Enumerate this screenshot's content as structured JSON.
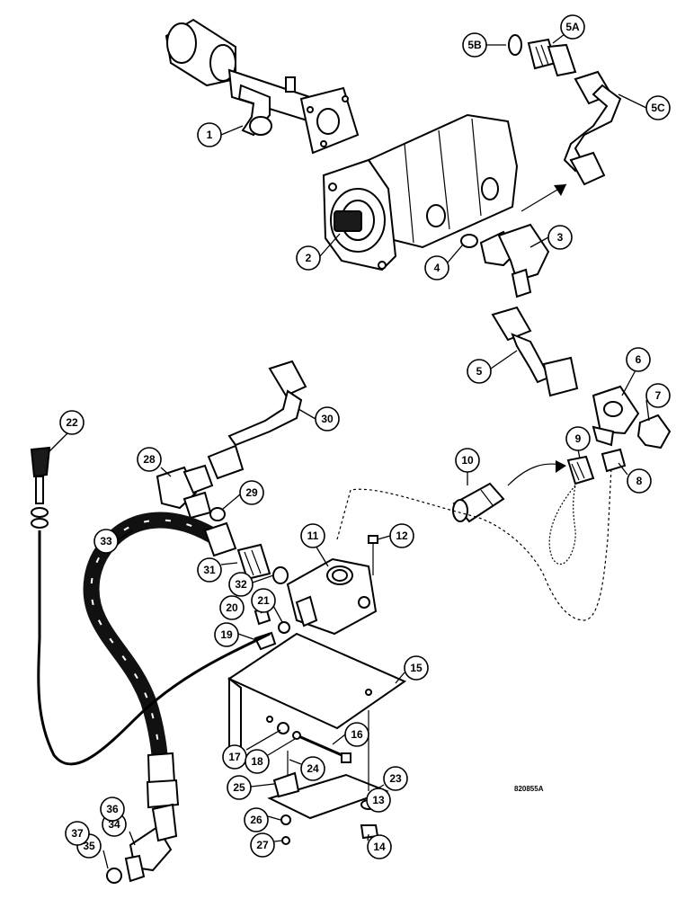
{
  "diagram": {
    "reference_code": "820855A",
    "callouts": [
      {
        "id": "c1",
        "label": "1"
      },
      {
        "id": "c2",
        "label": "2"
      },
      {
        "id": "c3",
        "label": "3"
      },
      {
        "id": "c4",
        "label": "4"
      },
      {
        "id": "c5a",
        "label": "5A"
      },
      {
        "id": "c5b",
        "label": "5B"
      },
      {
        "id": "c5c",
        "label": "5C"
      },
      {
        "id": "c5",
        "label": "5"
      },
      {
        "id": "c6",
        "label": "6"
      },
      {
        "id": "c7",
        "label": "7"
      },
      {
        "id": "c8",
        "label": "8"
      },
      {
        "id": "c9",
        "label": "9"
      },
      {
        "id": "c10",
        "label": "10"
      },
      {
        "id": "c11",
        "label": "11"
      },
      {
        "id": "c12",
        "label": "12"
      },
      {
        "id": "c13",
        "label": "13"
      },
      {
        "id": "c14",
        "label": "14"
      },
      {
        "id": "c15",
        "label": "15"
      },
      {
        "id": "c16",
        "label": "16"
      },
      {
        "id": "c17",
        "label": "17"
      },
      {
        "id": "c18",
        "label": "18"
      },
      {
        "id": "c19",
        "label": "19"
      },
      {
        "id": "c20",
        "label": "20"
      },
      {
        "id": "c21",
        "label": "21"
      },
      {
        "id": "c22",
        "label": "22"
      },
      {
        "id": "c23",
        "label": "23"
      },
      {
        "id": "c24",
        "label": "24"
      },
      {
        "id": "c25",
        "label": "25"
      },
      {
        "id": "c26",
        "label": "26"
      },
      {
        "id": "c27",
        "label": "27"
      },
      {
        "id": "c28",
        "label": "28"
      },
      {
        "id": "c29",
        "label": "29"
      },
      {
        "id": "c30",
        "label": "30"
      },
      {
        "id": "c31",
        "label": "31"
      },
      {
        "id": "c32",
        "label": "32"
      },
      {
        "id": "c33",
        "label": "33"
      },
      {
        "id": "c34",
        "label": "34"
      },
      {
        "id": "c35",
        "label": "35"
      },
      {
        "id": "c36",
        "label": "36"
      },
      {
        "id": "c37",
        "label": "37"
      }
    ]
  }
}
